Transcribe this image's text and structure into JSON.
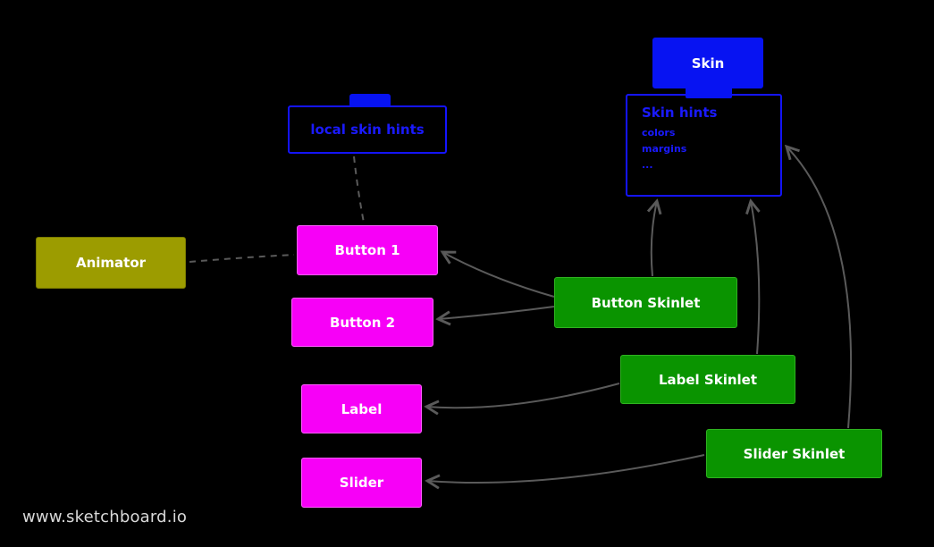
{
  "diagram": {
    "watermark": "www.sketchboard.io",
    "nodes": {
      "skin": {
        "label": "Skin"
      },
      "skin_hints": {
        "title": "Skin hints",
        "items": [
          "colors",
          "margins",
          "..."
        ]
      },
      "local_skin_hints": {
        "label": "local skin hints"
      },
      "animator": {
        "label": "Animator"
      },
      "button1": {
        "label": "Button 1"
      },
      "button2": {
        "label": "Button 2"
      },
      "label": {
        "label": "Label"
      },
      "slider": {
        "label": "Slider"
      },
      "button_skinlet": {
        "label": "Button Skinlet"
      },
      "label_skinlet": {
        "label": "Label Skinlet"
      },
      "slider_skinlet": {
        "label": "Slider Skinlet"
      }
    },
    "colors": {
      "background": "#000000",
      "blue": "#0713f2",
      "blue_text": "#1a1aff",
      "magenta": "#f700f7",
      "green": "#0a9400",
      "olive": "#9c9c00",
      "arrow": "#5a5a5a",
      "node_text": "#ffffff",
      "watermark_text": "#d9d9d9"
    }
  }
}
